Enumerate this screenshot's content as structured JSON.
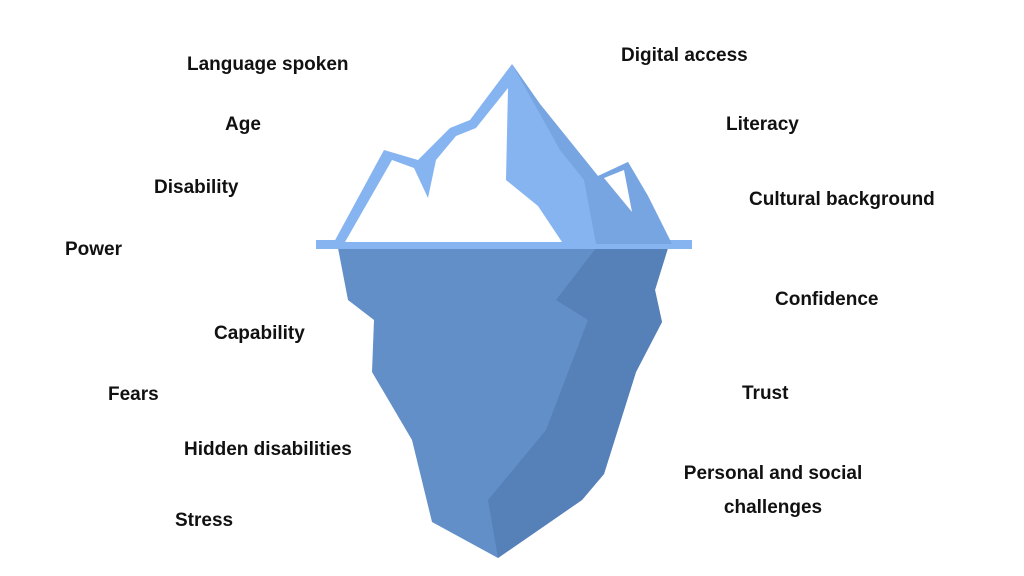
{
  "labels": {
    "above": [
      "Language spoken",
      "Age",
      "Disability",
      "Power",
      "Digital access",
      "Literacy",
      "Cultural background"
    ],
    "below": [
      "Capability",
      "Fears",
      "Hidden disabilities",
      "Stress",
      "Confidence",
      "Trust",
      "Personal and social challenges"
    ]
  },
  "colors": {
    "snow": "#ffffff",
    "ice_light": "#86b4f0",
    "ice_mid": "#77a5e2",
    "water_line": "#86b4f0",
    "underwater_main": "#628fc8",
    "underwater_shadow": "#5680b8",
    "text": "#111111"
  }
}
